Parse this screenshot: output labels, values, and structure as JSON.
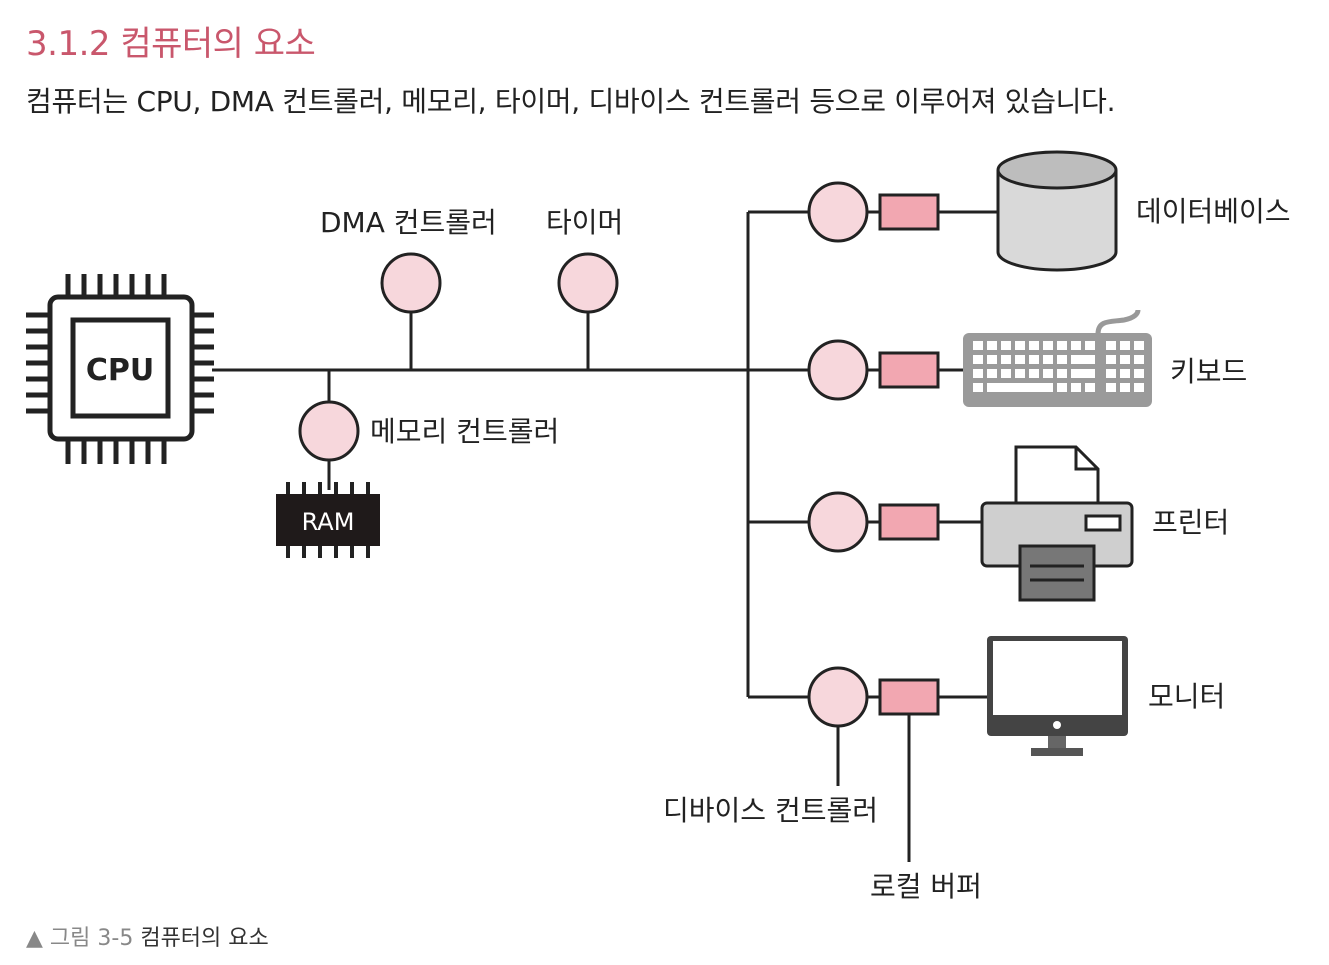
{
  "heading": "3.1.2 컴퓨터의 요소",
  "intro": "컴퓨터는 CPU, DMA 컨트롤러, 메모리, 타이머, 디바이스 컨트롤러 등으로 이루어져 있습니다.",
  "diagram": {
    "cpu_label": "CPU",
    "ram_label": "RAM",
    "dma_controller_label": "DMA 컨트롤러",
    "timer_label": "타이머",
    "memory_controller_label": "메모리 컨트롤러",
    "database_label": "데이터베이스",
    "keyboard_label": "키보드",
    "printer_label": "프린터",
    "monitor_label": "모니터",
    "device_controller_label": "디바이스 컨트롤러",
    "local_buffer_label": "로컬 버퍼"
  },
  "caption": {
    "marker": "▲",
    "figure_no": "그림 3-5",
    "title": "컴퓨터의 요소"
  },
  "colors": {
    "heading": "#c9576c",
    "controller_fill": "#f7d7dc",
    "buffer_fill": "#f2a7b1",
    "line": "#222222"
  }
}
